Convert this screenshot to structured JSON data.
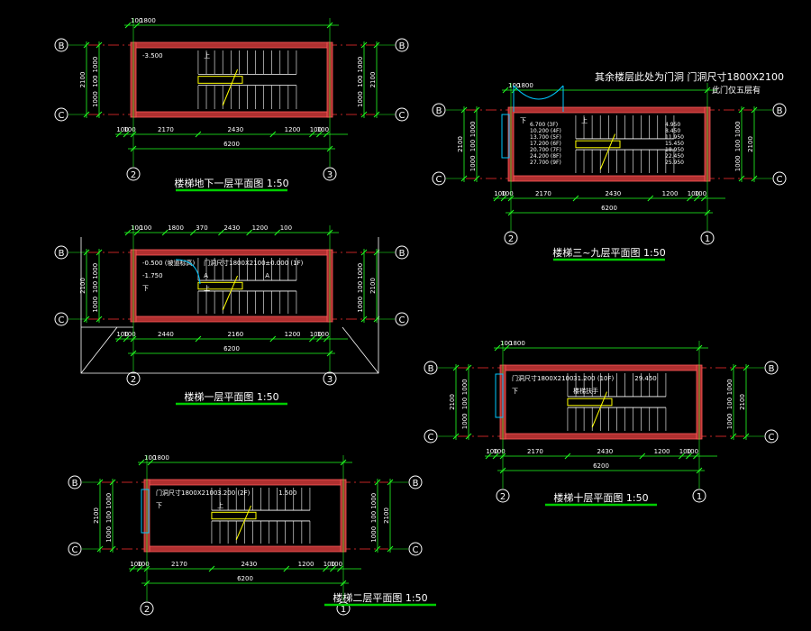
{
  "colors": {
    "background": "#000000",
    "wall_fill": "#b03030",
    "wall_edge": "#ff5a5a",
    "dim_line": "#22ff22",
    "text": "#ffffff",
    "stair_line": "#ffffff",
    "stair_accent": "#ffff00",
    "axis_line": "#ff3030",
    "window_line": "#00c8ff",
    "title_underline": "#00cc00"
  },
  "plans": [
    {
      "id": "basement",
      "title": "楼梯地下一层平面图 1:50",
      "axis_left": "2",
      "axis_right": "3",
      "axis_top": "B",
      "axis_bottom": "C",
      "top_dims": [
        "100",
        "1800"
      ],
      "bottom_dims": [
        "100",
        "100",
        "2170",
        "2430",
        "1200",
        "100",
        "100"
      ],
      "total": "6200",
      "side_dims": [
        "1000",
        "100",
        "1000"
      ],
      "side_total": "2100",
      "notes": [
        "-3.500",
        "上"
      ]
    },
    {
      "id": "first",
      "title": "楼梯一层平面图 1:50",
      "axis_left": "2",
      "axis_right": "3",
      "axis_top": "B",
      "axis_bottom": "C",
      "top_dims": [
        "100",
        "100",
        "1800",
        "370",
        "2430",
        "1200",
        "100"
      ],
      "bottom_dims": [
        "100",
        "100",
        "2440",
        "2160",
        "1200",
        "100",
        "100"
      ],
      "total": "6200",
      "side_dims": [
        "1000",
        "100",
        "1000"
      ],
      "side_total": "2100",
      "notes": [
        "-0.500 (坡道标高)",
        "门洞尺寸1800X2100",
        "±0.000 (1F)",
        "-1.750",
        "A",
        "A",
        "下",
        "上"
      ]
    },
    {
      "id": "second",
      "title": "楼梯二层平面图 1:50",
      "axis_left": "2",
      "axis_right": "1",
      "axis_top": "B",
      "axis_bottom": "C",
      "top_dims": [
        "100",
        "1800"
      ],
      "bottom_dims": [
        "100",
        "100",
        "2170",
        "2430",
        "1200",
        "100",
        "100"
      ],
      "total": "6200",
      "side_dims": [
        "1000",
        "100",
        "1000"
      ],
      "side_total": "2100",
      "notes": [
        "门洞尺寸1800X2100",
        "3.200 (2F)",
        "1.500",
        "下",
        "上"
      ]
    },
    {
      "id": "third_ninth",
      "title": "楼梯三~九层平面图 1:50",
      "axis_left": "2",
      "axis_right": "1",
      "axis_top": "B",
      "axis_bottom": "C",
      "top_dims": [
        "100",
        "1800"
      ],
      "bottom_dims": [
        "100",
        "100",
        "2170",
        "2430",
        "1200",
        "100",
        "100"
      ],
      "total": "6200",
      "side_dims": [
        "1000",
        "100",
        "1000"
      ],
      "side_total": "2100",
      "header_note": "其余楼层此处为门洞 门洞尺寸1800X2100",
      "header_note2": "此门仅五层有",
      "elevations_left": [
        "6.700 (3F)",
        "10.200 (4F)",
        "13.700 (5F)",
        "17.200 (6F)",
        "20.700 (7F)",
        "24.200 (8F)",
        "27.700 (9F)"
      ],
      "elevations_right": [
        "4.950",
        "8.450",
        "11.950",
        "15.450",
        "18.950",
        "22.450",
        "25.950"
      ],
      "notes": [
        "下",
        "上"
      ]
    },
    {
      "id": "tenth",
      "title": "楼梯十层平面图 1:50",
      "axis_left": "2",
      "axis_right": "1",
      "axis_top": "B",
      "axis_bottom": "C",
      "top_dims": [
        "100",
        "1800"
      ],
      "bottom_dims": [
        "100",
        "100",
        "2170",
        "2430",
        "1200",
        "100",
        "100"
      ],
      "total": "6200",
      "side_dims": [
        "1000",
        "100",
        "1000"
      ],
      "side_total": "2100",
      "notes": [
        "门洞尺寸1800X2100",
        "31.200 (10F)",
        "29.450",
        "下",
        "楼梯扶手"
      ]
    }
  ]
}
